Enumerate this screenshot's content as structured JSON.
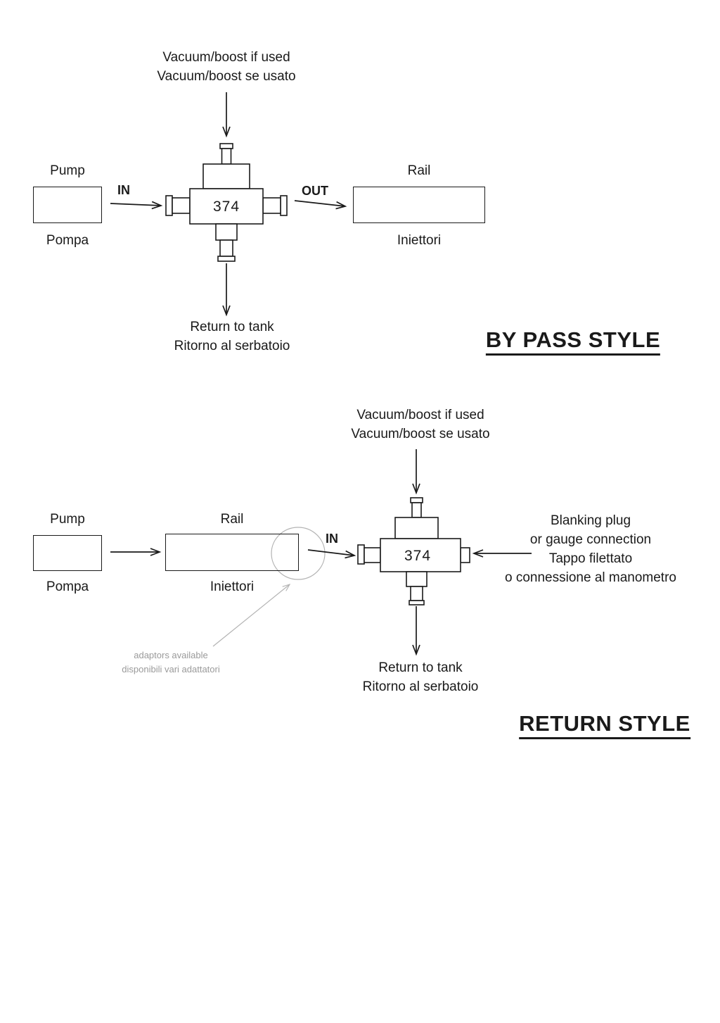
{
  "colors": {
    "ink": "#1a1a1a",
    "muted_gray": "#9a9a9a",
    "line_gray": "#b3b3b3"
  },
  "bypass": {
    "vacuum_line1": "Vacuum/boost if used",
    "vacuum_line2": "Vacuum/boost se usato",
    "pump_label": "Pump",
    "pump_sublabel": "Pompa",
    "in_label": "IN",
    "out_label": "OUT",
    "rail_label": "Rail",
    "rail_sublabel": "Iniettori",
    "regulator_model": "374",
    "return_line1": "Return to tank",
    "return_line2": "Ritorno al serbatoio",
    "title": "BY PASS STYLE"
  },
  "return_style": {
    "vacuum_line1": "Vacuum/boost if used",
    "vacuum_line2": "Vacuum/boost se usato",
    "pump_label": "Pump",
    "pump_sublabel": "Pompa",
    "rail_label": "Rail",
    "rail_sublabel": "Iniettori",
    "in_label": "IN",
    "regulator_model": "374",
    "blanking_line1": "Blanking plug",
    "blanking_line2": "or gauge connection",
    "blanking_line3": "Tappo filettato",
    "blanking_line4": "o connessione al manometro",
    "adaptors_line1": "adaptors available",
    "adaptors_line2": "disponibili vari adattatori",
    "return_line1": "Return to tank",
    "return_line2": "Ritorno al serbatoio",
    "title": "RETURN STYLE"
  }
}
